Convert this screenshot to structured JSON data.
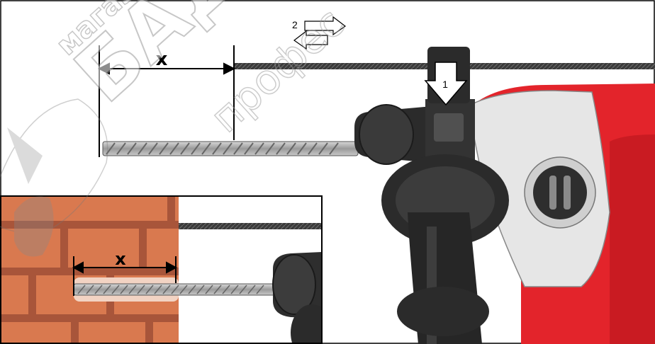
{
  "labels": {
    "depth_top": "x",
    "depth_inset": "x",
    "step_1": "1",
    "step_2": "2"
  },
  "watermark": {
    "text": "БАД",
    "text2": "профес",
    "text3": "магазин"
  },
  "colors": {
    "drill_red": "#e3242b",
    "body_black": "#2b2b2b",
    "brick": "#d9794f",
    "mortar": "#a8553a",
    "rod": "#3a3a3a"
  }
}
